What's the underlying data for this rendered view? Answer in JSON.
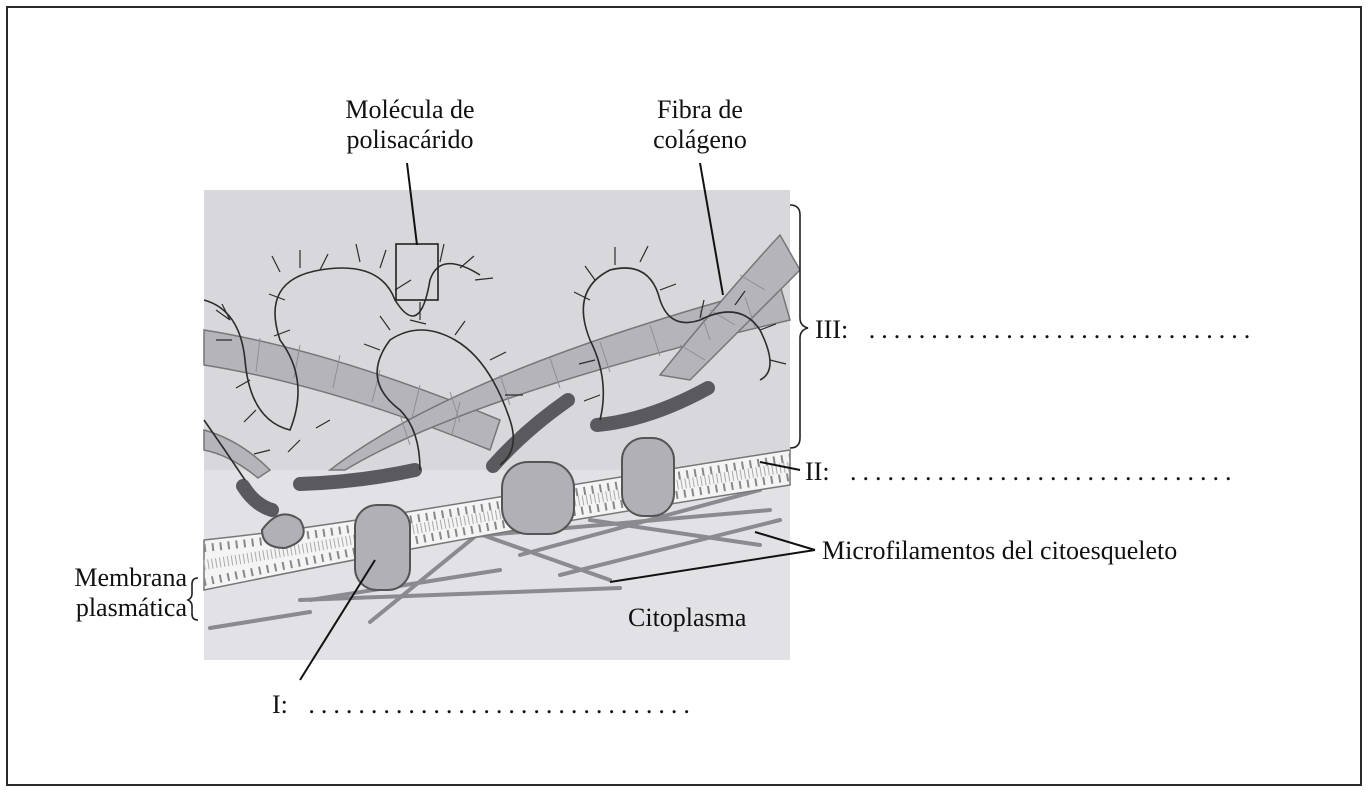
{
  "labels": {
    "polysaccharide_line1": "Molécula de",
    "polysaccharide_line2": "polisacárido",
    "collagen_line1": "Fibra de",
    "collagen_line2": "colágeno",
    "membrane_line1": "Membrana",
    "membrane_line2": "plasmática",
    "microfilaments": "Microfilamentos del citoesqueleto",
    "cytoplasm": "Citoplasma"
  },
  "blanks": {
    "I_label": "I:",
    "I_dots": "...............................",
    "II_label": "II:",
    "II_dots": "...............................",
    "III_label": "III:",
    "III_dots": "..............................."
  },
  "colors": {
    "background_panel": "#d8d8dc",
    "fiber": "#b4b4ba",
    "protein": "#b0b0b6",
    "dark_band": "#5a5a5e",
    "line": "#222222"
  }
}
